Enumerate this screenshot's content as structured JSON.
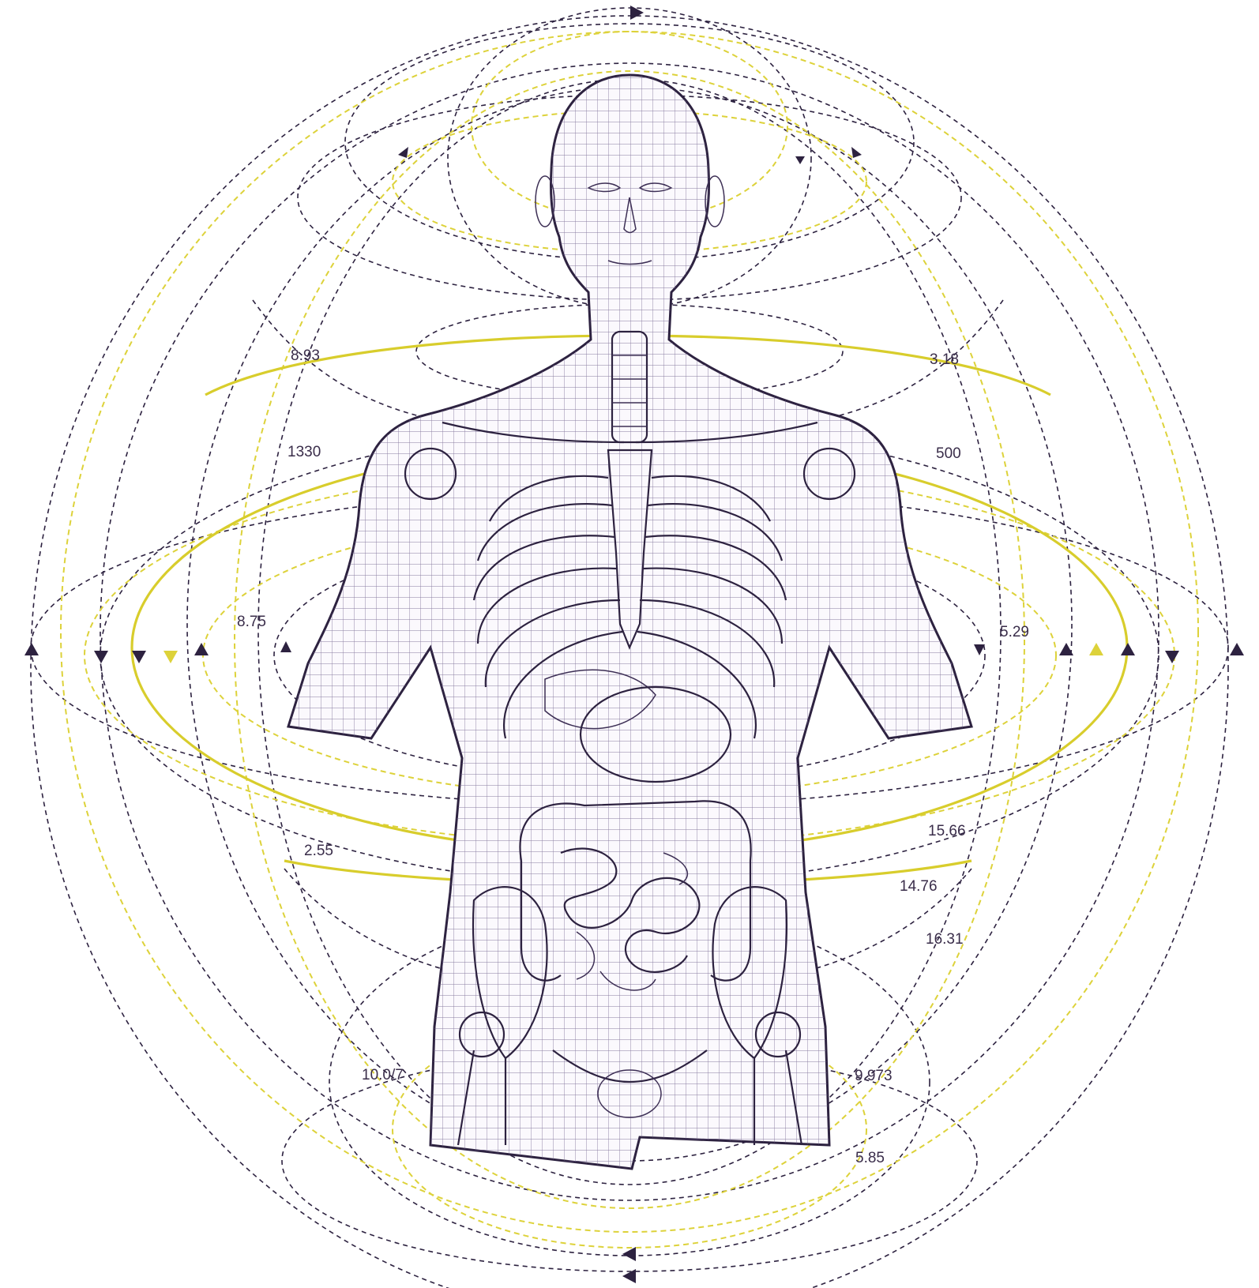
{
  "colors": {
    "field_line_dark": "#2d2240",
    "field_line_yellow": "#ddd23a",
    "figure_outline": "#2d2240",
    "figure_mesh": "#5a4a78",
    "background": "#ffffff"
  },
  "labels": {
    "upper_left": "8.93",
    "upper_right": "3.18",
    "shoulder_left": "1330",
    "shoulder_right": "500",
    "mid_left": "8.75",
    "mid_right": "5.29",
    "lower_right_1": "15.66",
    "lower_left_1": "2.55",
    "lower_right_2": "14.76",
    "lower_right_3": "16.31",
    "hip_left": "10.0/7",
    "hip_right": "9.973",
    "bottom_right": "5.85"
  }
}
